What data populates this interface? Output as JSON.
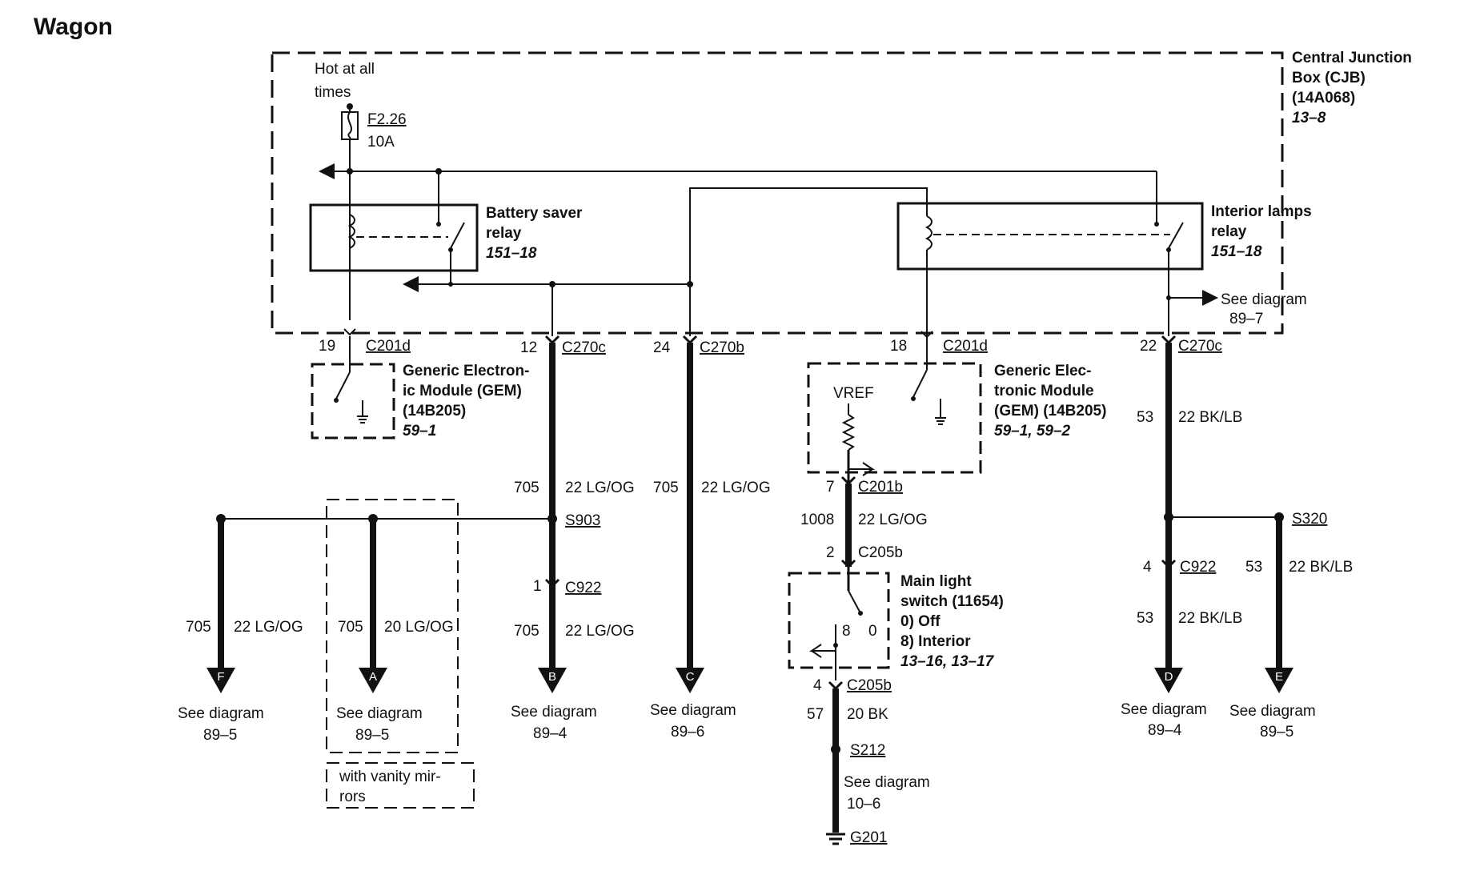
{
  "title": "Wagon",
  "cjb": {
    "line1": "Central Junction",
    "line2": "Box (CJB)",
    "line3": "(14A068)",
    "ref": "13–8"
  },
  "power": {
    "hot_line1": "Hot at all",
    "hot_line2": "times",
    "fuse": "F2.26",
    "amps": "10A"
  },
  "battery_saver_relay": {
    "line1": "Battery saver",
    "line2": "relay",
    "ref": "151–18"
  },
  "interior_lamps_relay": {
    "line1": "Interior lamps",
    "line2": "relay",
    "ref": "151–18"
  },
  "see_diagram_897": {
    "label": "See diagram",
    "ref": "89–7"
  },
  "connectors": {
    "c201d_a": {
      "pin": "19",
      "name": "C201d"
    },
    "c270c_a": {
      "pin": "12",
      "name": "C270c"
    },
    "c270b": {
      "pin": "24",
      "name": "C270b"
    },
    "c201d_b": {
      "pin": "18",
      "name": "C201d"
    },
    "c270c_b": {
      "pin": "22",
      "name": "C270c"
    },
    "c201b": {
      "pin": "7",
      "name": "C201b"
    },
    "c205b_a": {
      "pin": "2",
      "name": "C205b"
    },
    "c205b_b": {
      "pin": "4",
      "name": "C205b"
    },
    "c922_a": {
      "pin": "1",
      "name": "C922"
    },
    "c922_b": {
      "pin": "4",
      "name": "C922"
    }
  },
  "gem_left": {
    "line1": "Generic Electron-",
    "line2": "ic Module (GEM)",
    "line3": "(14B205)",
    "ref": "59–1"
  },
  "gem_right": {
    "line1": "Generic Elec-",
    "line2": "tronic Module",
    "line3": "(GEM) (14B205)",
    "ref": "59–1, 59–2",
    "vref": "VREF"
  },
  "main_light_switch": {
    "line1": "Main light",
    "line2": "switch (11654)",
    "line3": "0)   Off",
    "line4": "8)   Interior",
    "ref": "13–16, 13–17",
    "pos8": "8",
    "pos0": "0"
  },
  "splices": {
    "s903": "S903",
    "s320": "S320",
    "s212": "S212"
  },
  "ground": "G201",
  "wires": {
    "w705_b_upper": {
      "circuit": "705",
      "spec": "22 LG/OG"
    },
    "w705_c": {
      "circuit": "705",
      "spec": "22 LG/OG"
    },
    "w705_b_lower": {
      "circuit": "705",
      "spec": "22 LG/OG"
    },
    "w705_f": {
      "circuit": "705",
      "spec": "22 LG/OG"
    },
    "w705_a": {
      "circuit": "705",
      "spec": "20 LG/OG"
    },
    "w1008": {
      "circuit": "1008",
      "spec": "22 LG/OG"
    },
    "w57": {
      "circuit": "57",
      "spec": "20 BK"
    },
    "w53_top": {
      "circuit": "53",
      "spec": "22 BK/LB"
    },
    "w53_d": {
      "circuit": "53",
      "spec": "22 BK/LB"
    },
    "w53_e": {
      "circuit": "53",
      "spec": "22 BK/LB"
    }
  },
  "arrows": {
    "f": {
      "letter": "F",
      "label": "See diagram",
      "ref": "89–5"
    },
    "a": {
      "letter": "A",
      "label": "See diagram",
      "ref": "89–5"
    },
    "b": {
      "letter": "B",
      "label": "See diagram",
      "ref": "89–4"
    },
    "c": {
      "letter": "C",
      "label": "See diagram",
      "ref": "89–6"
    },
    "d": {
      "letter": "D",
      "label": "See diagram",
      "ref": "89–4"
    },
    "e": {
      "letter": "E",
      "label": "See diagram",
      "ref": "89–5"
    }
  },
  "vanity": {
    "line1": "with vanity mir-",
    "line2": "rors"
  },
  "see_diagram_106": {
    "label": "See diagram",
    "ref": "10–6"
  }
}
